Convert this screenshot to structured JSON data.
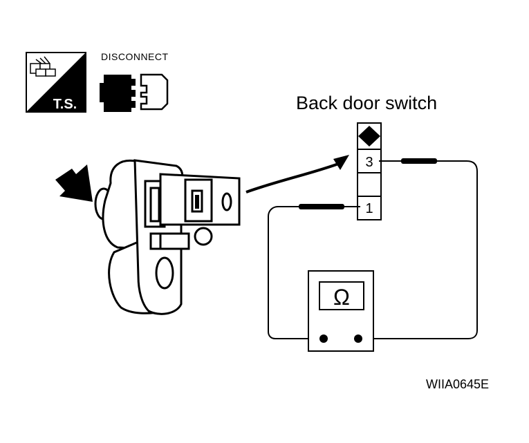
{
  "diagram": {
    "title": "Back door switch",
    "ts_badge": "T.S.",
    "disconnect_label": "DISCONNECT",
    "terminal_top": "3",
    "terminal_bottom": "1",
    "ohm_symbol": "Ω",
    "figure_code": "WIIA0645E"
  }
}
